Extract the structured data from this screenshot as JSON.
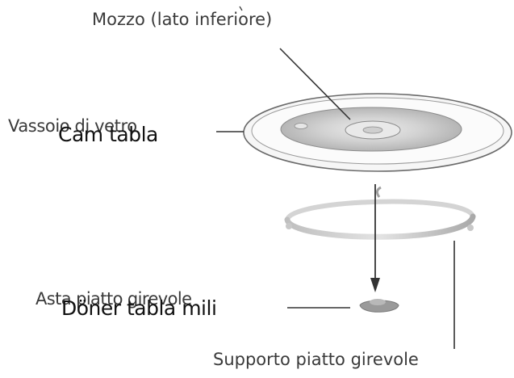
{
  "labels": {
    "hub": "Mozzo (lato inferiore)",
    "glass_tray": "Vassoio di vetro",
    "glass_tray_overlay": "Cam tabla",
    "turntable_shaft": "Asta piatto girevole",
    "turntable_shaft_overlay": "Döner tabla mili",
    "turntable_support": "Supporto piatto girevole"
  },
  "colors": {
    "line": "#333333",
    "tray_rim": "#555555",
    "tray_fill": "#f4f4f4",
    "tray_shade": "#c9c9c9",
    "ring": "#bdbdbd",
    "coupler": "#8a8a8a"
  }
}
